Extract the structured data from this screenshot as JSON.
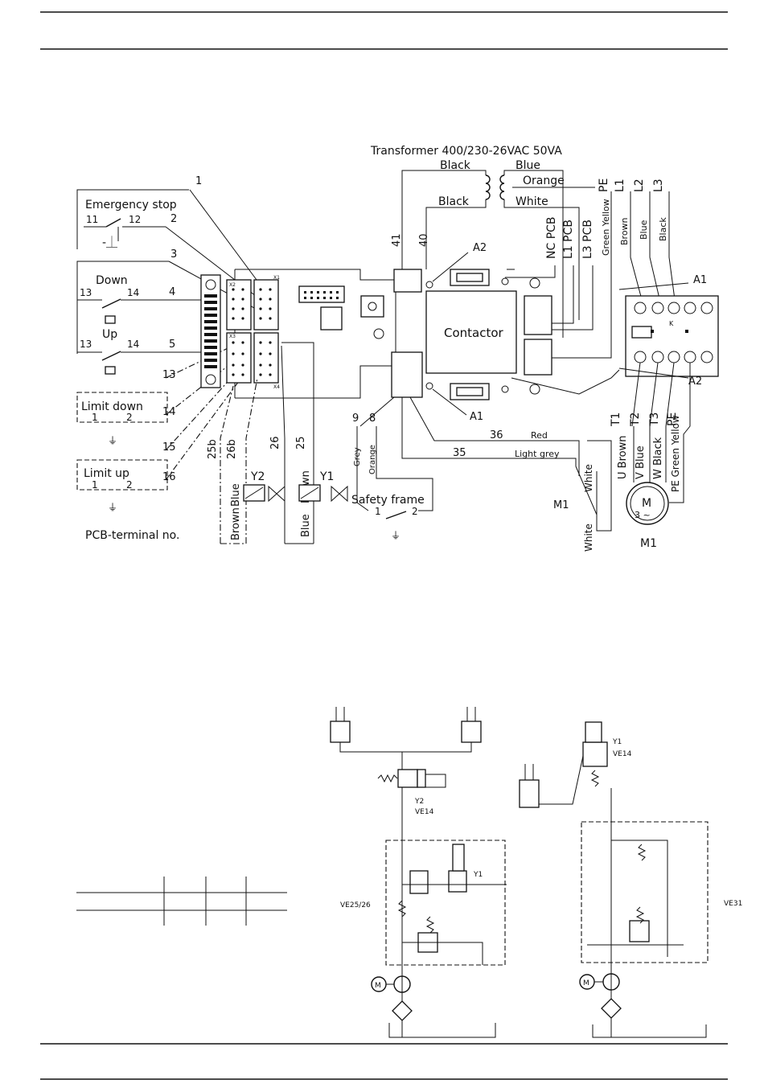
{
  "wiring": {
    "transformer": "Transformer 400/230-26VAC 50VA",
    "wires_top": [
      "Black",
      "Blue",
      "Orange",
      "Black",
      "White"
    ],
    "emergency_stop": "Emergency stop",
    "down": "Down",
    "up": "Up",
    "limit_down": "Limit down",
    "limit_up": "Limit up",
    "safety_frame": "Safety frame",
    "contactor": "Contactor",
    "pcb_terminal_note": "PCB-terminal no.",
    "terminals": [
      "1",
      "2",
      "3",
      "4",
      "5",
      "13",
      "14",
      "15",
      "16",
      "25b",
      "26b",
      "26",
      "25",
      "9",
      "8",
      "41",
      "40",
      "36",
      "35",
      "A1",
      "A2",
      "A1",
      "A2",
      "PE",
      "L1",
      "L2",
      "L3",
      "T1",
      "T2",
      "T3",
      "PE"
    ],
    "contact_numbers": [
      "11",
      "12",
      "13",
      "14",
      "13",
      "14",
      "1",
      "2",
      "1",
      "2",
      "1",
      "2"
    ],
    "vertical_labels": [
      "NC PCB",
      "L1 PCB",
      "L3 PCB",
      "Green Yellow",
      "Brown",
      "Blue",
      "Black",
      "Grey",
      "Orange",
      "U Brown",
      "V Blue",
      "W Black",
      "PE Green Yellow",
      "White",
      "White"
    ],
    "wire_labels": [
      "Red",
      "Light grey",
      "Blue",
      "Brown",
      "Brown",
      "Blue"
    ],
    "valves": [
      "Y2",
      "Y1"
    ],
    "motor": [
      "M",
      "3 ~",
      "M1",
      "M1"
    ],
    "pcb_connectors": [
      "X1",
      "X2",
      "X3",
      "X4"
    ],
    "relay_marks": [
      "K"
    ]
  },
  "hydraulic": {
    "left_labels": [
      "Y2",
      "VE14",
      "Y1",
      "VE25/26",
      "M"
    ],
    "right_labels": [
      "Y1",
      "VE14",
      "VE31",
      "M"
    ]
  }
}
